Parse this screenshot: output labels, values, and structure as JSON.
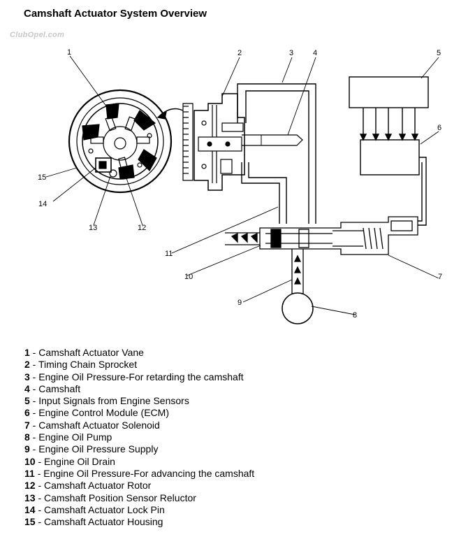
{
  "title": "Camshaft Actuator System Overview",
  "watermark": "ClubOpel.com",
  "callouts": [
    "1",
    "2",
    "3",
    "4",
    "5",
    "6",
    "7",
    "8",
    "9",
    "10",
    "11",
    "12",
    "13",
    "14",
    "15"
  ],
  "legend": [
    {
      "num": "1",
      "label": "Camshaft Actuator Vane"
    },
    {
      "num": "2",
      "label": "Timing Chain Sprocket"
    },
    {
      "num": "3",
      "label": "Engine Oil Pressure-For retarding the camshaft"
    },
    {
      "num": "4",
      "label": "Camshaft"
    },
    {
      "num": "5",
      "label": "Input Signals from Engine Sensors"
    },
    {
      "num": "6",
      "label": "Engine Control Module (ECM)"
    },
    {
      "num": "7",
      "label": "Camshaft Actuator Solenoid"
    },
    {
      "num": "8",
      "label": "Engine Oil Pump"
    },
    {
      "num": "9",
      "label": "Engine Oil Pressure Supply"
    },
    {
      "num": "10",
      "label": "Engine Oil Drain"
    },
    {
      "num": "11",
      "label": "Engine Oil Pressure-For advancing the camshaft"
    },
    {
      "num": "12",
      "label": "Camshaft Actuator Rotor"
    },
    {
      "num": "13",
      "label": "Camshaft Position Sensor Reluctor"
    },
    {
      "num": "14",
      "label": "Camshaft Actuator Lock Pin"
    },
    {
      "num": "15",
      "label": "Camshaft Actuator Housing"
    }
  ],
  "separator": " - "
}
